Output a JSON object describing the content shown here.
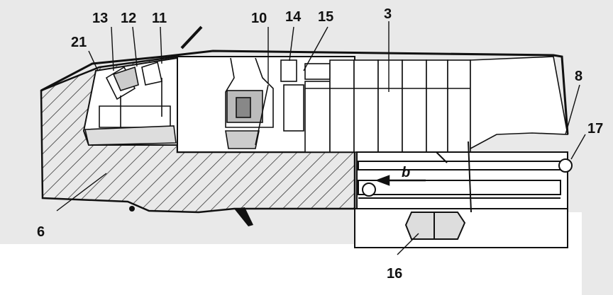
{
  "diagram": {
    "callouts": [
      {
        "id": "21",
        "text": "21"
      },
      {
        "id": "13",
        "text": "13"
      },
      {
        "id": "12",
        "text": "12"
      },
      {
        "id": "11",
        "text": "11"
      },
      {
        "id": "10",
        "text": "10"
      },
      {
        "id": "14",
        "text": "14"
      },
      {
        "id": "15",
        "text": "15"
      },
      {
        "id": "3",
        "text": "3"
      },
      {
        "id": "8",
        "text": "8"
      },
      {
        "id": "17",
        "text": "17"
      },
      {
        "id": "6",
        "text": "6"
      },
      {
        "id": "16",
        "text": "16"
      },
      {
        "id": "b",
        "text": "b"
      }
    ]
  },
  "colors": {
    "paper": "#ffffff",
    "background_scan": "#e9e9e9",
    "ink": "#111111"
  }
}
